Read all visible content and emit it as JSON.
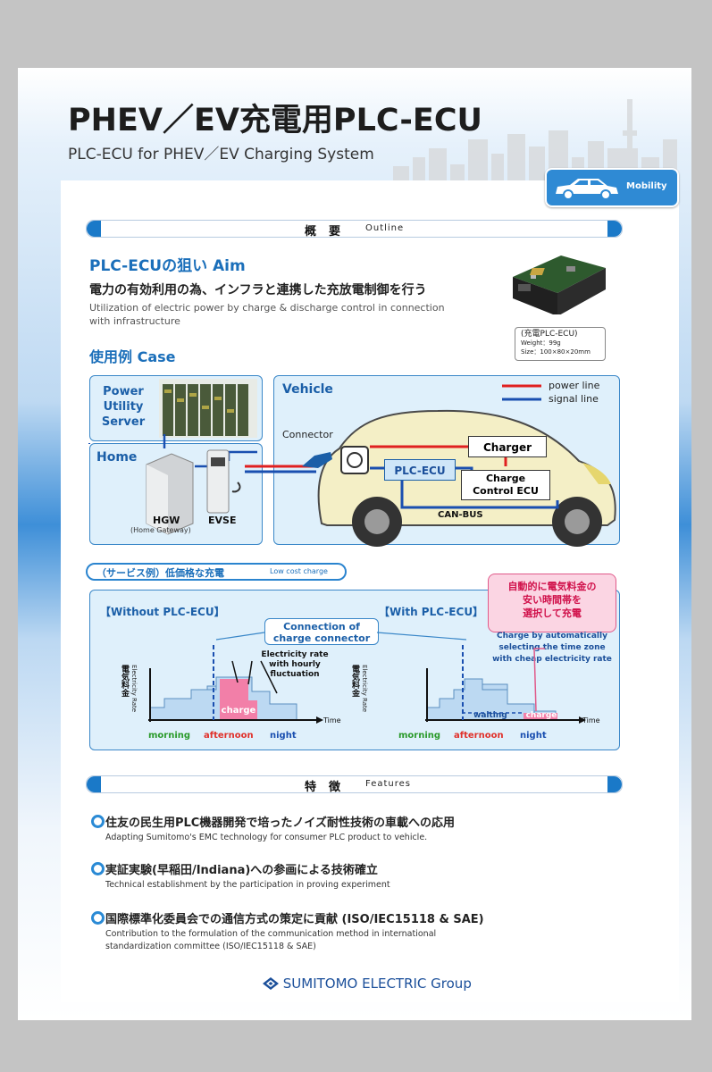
{
  "header": {
    "title": "PHEV／EV充電用PLC-ECU",
    "subtitle": "PLC-ECU for PHEV／EV Charging System",
    "badge": "Mobility"
  },
  "outline": {
    "band_jp": "概要",
    "band_en": "Outline",
    "aim_heading": "PLC-ECUの狙い Aim",
    "aim_jp": "電力の有効利用の為、インフラと連携した充放電制御を行う",
    "aim_en": "Utilization of electric power by charge & discharge control in connection with infrastructure",
    "product_caption": "(充電PLC-ECU)",
    "product_weight": "Weight：99g",
    "product_size": "Size：100×80×20mm",
    "case_heading": "使用例 Case"
  },
  "diagram": {
    "power_utility": [
      "Power",
      "Utility",
      "Server"
    ],
    "home": "Home",
    "hgw": "HGW",
    "hgw_sub": "(Home Gateway)",
    "evse": "EVSE",
    "vehicle": "Vehicle",
    "connector": "Connector",
    "legend_power": "power line",
    "legend_signal": "signal line",
    "charger": "Charger",
    "plc_ecu": "PLC-ECU",
    "charge_control": [
      "Charge",
      "Control ECU"
    ],
    "can_bus": "CAN-BUS",
    "colors": {
      "power_line": "#e02020",
      "signal_line": "#1a4fb0"
    }
  },
  "price": {
    "heading_jp": "（サービス例）低価格な充電",
    "heading_en": "Low cost charge",
    "without": "【Without PLC-ECU】",
    "with": "【With PLC-ECU】",
    "connection_callout": [
      "Connection of",
      "charge connector"
    ],
    "rate_note": [
      "Electricity rate",
      "with hourly",
      "fluctuation"
    ],
    "pink_jp": [
      "自動的に電気料金の",
      "安い時間帯を",
      "選択して充電"
    ],
    "auto_en": [
      "Charge by automatically",
      "selecting the time zone",
      "with cheap electricity rate"
    ],
    "ylabel_jp": "電気料金",
    "ylabel_en": "Electricity Rate",
    "time": "Time",
    "morning": "morning",
    "afternoon": "afternoon",
    "night": "night",
    "charge": "charge",
    "waiting": "waiting"
  },
  "features": {
    "band_jp": "特徴",
    "band_en": "Features",
    "items": [
      {
        "jp": "住友の民生用PLC機器開発で培ったノイズ耐性技術の車載への応用",
        "en": "Adapting Sumitomo's EMC technology for consumer PLC product to vehicle."
      },
      {
        "jp": "実証実験(早稲田/Indiana)への参画による技術確立",
        "en": "Technical establishment by the participation in proving experiment"
      },
      {
        "jp": "国際標準化委員会での通信方式の策定に貢献 (ISO/IEC15118 & SAE)",
        "en": "Contribution to the formulation of the communication method in international standardization committee (ISO/IEC15118 & SAE)"
      }
    ]
  },
  "footer": {
    "logo": "SUMITOMO ELECTRIC Group"
  }
}
